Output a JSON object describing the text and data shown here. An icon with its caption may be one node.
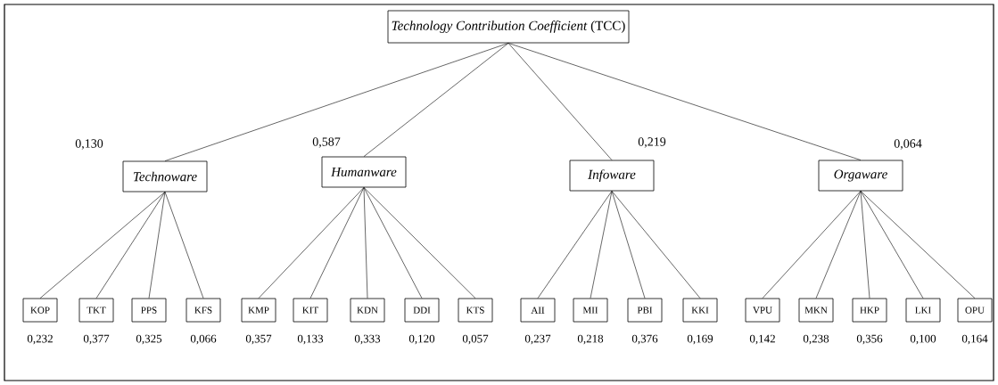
{
  "diagram": {
    "nodes": [
      {
        "text": [
          "*Technology Contribution Coefficient* (TCC)"
        ]
      },
      {
        "text": [
          "Technoware"
        ],
        "beside": [
          "0,130"
        ]
      },
      {
        "text": [
          "Humanware"
        ],
        "beside": [
          "0,587"
        ]
      },
      {
        "text": [
          "Infoware"
        ],
        "beside": [
          "0,219"
        ]
      },
      {
        "text": [
          "Orgaware"
        ],
        "beside": [
          "0,064"
        ]
      },
      {
        "text": [
          "KOP"
        ],
        "beside": [
          "0,232"
        ]
      },
      {
        "text": [
          "TKT"
        ],
        "beside": [
          "0,377"
        ]
      },
      {
        "text": [
          "PPS"
        ],
        "beside": [
          "0,325"
        ]
      },
      {
        "text": [
          "KFS"
        ],
        "beside": [
          "0,066"
        ]
      },
      {
        "text": [
          "KMP"
        ],
        "beside": [
          "0,357"
        ]
      },
      {
        "text": [
          "KIT"
        ],
        "beside": [
          "0,133"
        ]
      },
      {
        "text": [
          "KDN"
        ],
        "beside": [
          "0,333"
        ]
      },
      {
        "text": [
          "DDI"
        ],
        "beside": [
          "0,120"
        ]
      },
      {
        "text": [
          "KTS"
        ],
        "beside": [
          "0,057"
        ]
      },
      {
        "text": [
          "AII"
        ],
        "beside": [
          "0,237"
        ]
      },
      {
        "text": [
          "MII"
        ],
        "beside": [
          "0,218"
        ]
      },
      {
        "text": [
          "PBI"
        ],
        "beside": [
          "0,376"
        ]
      },
      {
        "text": [
          "KKI"
        ],
        "beside": [
          "0,169"
        ]
      },
      {
        "text": [
          "VPU"
        ],
        "beside": [
          "0,142"
        ]
      },
      {
        "text": [
          "MKN"
        ],
        "beside": [
          "0,238"
        ]
      },
      {
        "text": [
          "HKP"
        ],
        "beside": [
          "0,356"
        ]
      },
      {
        "text": [
          "LKI"
        ],
        "beside": [
          "0,100"
        ]
      },
      {
        "text": [
          "OPU"
        ],
        "beside": [
          "0,164"
        ]
      }
    ],
    "edges": [
      {
        "from": 0,
        "to": 1,
        "arrow": "none"
      },
      {
        "from": 0,
        "to": 2,
        "arrow": "none"
      },
      {
        "from": 0,
        "to": 3,
        "arrow": "none"
      },
      {
        "from": 0,
        "to": 4,
        "arrow": "none"
      },
      {
        "from": 1,
        "to": 5,
        "arrow": "none"
      },
      {
        "from": 1,
        "to": 6,
        "arrow": "none"
      },
      {
        "from": 1,
        "to": 7,
        "arrow": "none"
      },
      {
        "from": 1,
        "to": 8,
        "arrow": "none"
      },
      {
        "from": 2,
        "to": 9,
        "arrow": "none"
      },
      {
        "from": 2,
        "to": 10,
        "arrow": "none"
      },
      {
        "from": 2,
        "to": 11,
        "arrow": "none"
      },
      {
        "from": 2,
        "to": 12,
        "arrow": "none"
      },
      {
        "from": 2,
        "to": 13,
        "arrow": "none"
      },
      {
        "from": 3,
        "to": 14,
        "arrow": "none"
      },
      {
        "from": 3,
        "to": 15,
        "arrow": "none"
      },
      {
        "from": 3,
        "to": 16,
        "arrow": "none"
      },
      {
        "from": 3,
        "to": 17,
        "arrow": "none"
      },
      {
        "from": 4,
        "to": 18,
        "arrow": "none"
      },
      {
        "from": 4,
        "to": 19,
        "arrow": "none"
      },
      {
        "from": 4,
        "to": 20,
        "arrow": "none"
      },
      {
        "from": 4,
        "to": 21,
        "arrow": "none"
      },
      {
        "from": 4,
        "to": 22,
        "arrow": "none"
      }
    ]
  }
}
